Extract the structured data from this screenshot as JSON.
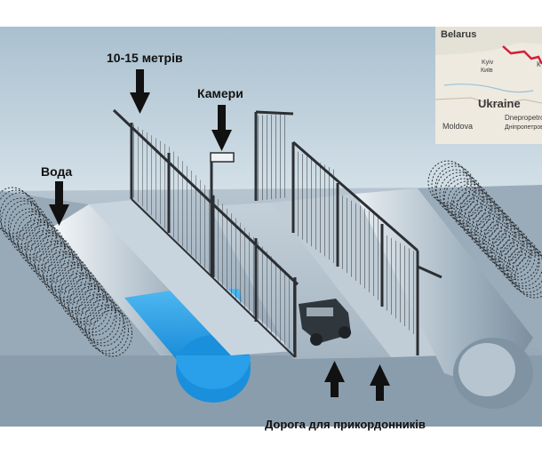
{
  "labels": {
    "height": "10-15 метрів",
    "cameras": "Камери",
    "water": "Вода",
    "road": "Дорога для прикордонників"
  },
  "map": {
    "country_top": "Belarus",
    "country_main": "Ukraine",
    "country_left": "Moldova",
    "city_kyiv_en": "Kyiv",
    "city_kyiv_uk": "Київ",
    "city_dnipro_en": "Dnepropetrovsk",
    "city_dnipro_uk": "Дніпропетровськ",
    "edge_label": "К"
  },
  "colors": {
    "sky": "#cfdce5",
    "ground": "#9fb0bf",
    "water": "#2ea3e8",
    "fence": "#2b2f33",
    "border_line": "#d0213a"
  }
}
